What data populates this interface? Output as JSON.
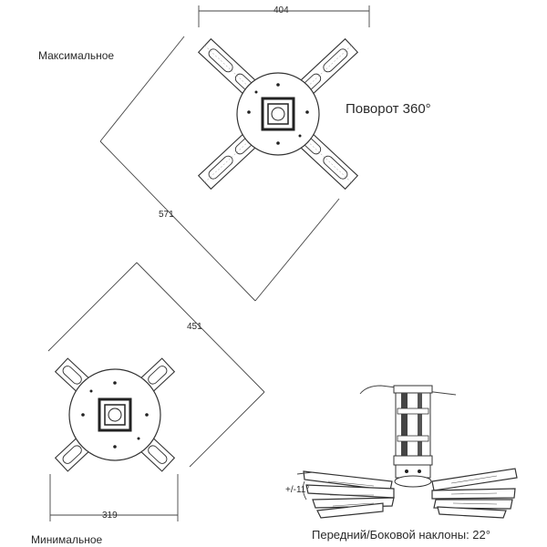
{
  "labels": {
    "max_caption": "Максимальное",
    "min_caption": "Минимальное",
    "rotation": "Поворот 360°",
    "tilt": "Передний/Боковой наклоны: 22°",
    "tilt_angle": "+/-11°"
  },
  "dimensions": {
    "top_width": "404",
    "max_diagonal": "571",
    "min_diagonal": "451",
    "bottom_width": "319"
  }
}
